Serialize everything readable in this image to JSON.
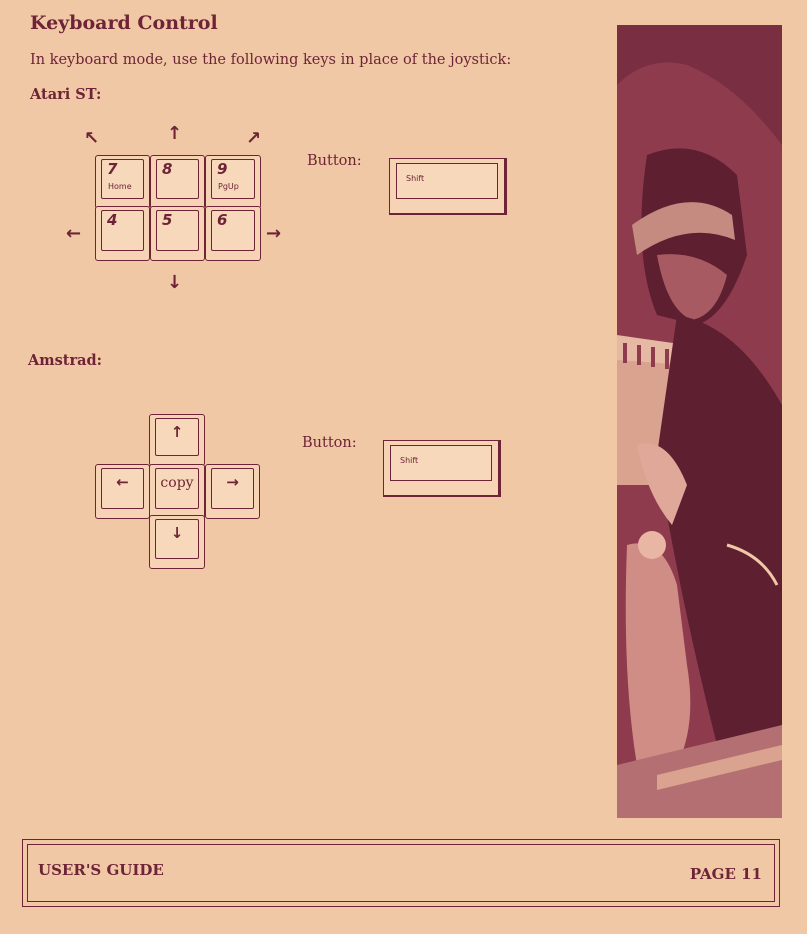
{
  "title": "Keyboard Control",
  "intro": "In keyboard mode, use the following keys in place of the joystick:",
  "atari": {
    "label": "Atari ST:",
    "button_label": "Button:",
    "keys": [
      {
        "num": "7",
        "sub": "Home"
      },
      {
        "num": "8",
        "sub": ""
      },
      {
        "num": "9",
        "sub": "PgUp"
      },
      {
        "num": "4",
        "sub": ""
      },
      {
        "num": "5",
        "sub": ""
      },
      {
        "num": "6",
        "sub": ""
      }
    ],
    "button_key": "Shift"
  },
  "amstrad": {
    "label": "Amstrad:",
    "button_label": "Button:",
    "copy_key": "copy",
    "button_key": "Shift"
  },
  "footer": {
    "left": "USER'S GUIDE",
    "right": "PAGE 11"
  },
  "colors": {
    "paper": "#f1c8a6",
    "ink": "#6e2436"
  }
}
